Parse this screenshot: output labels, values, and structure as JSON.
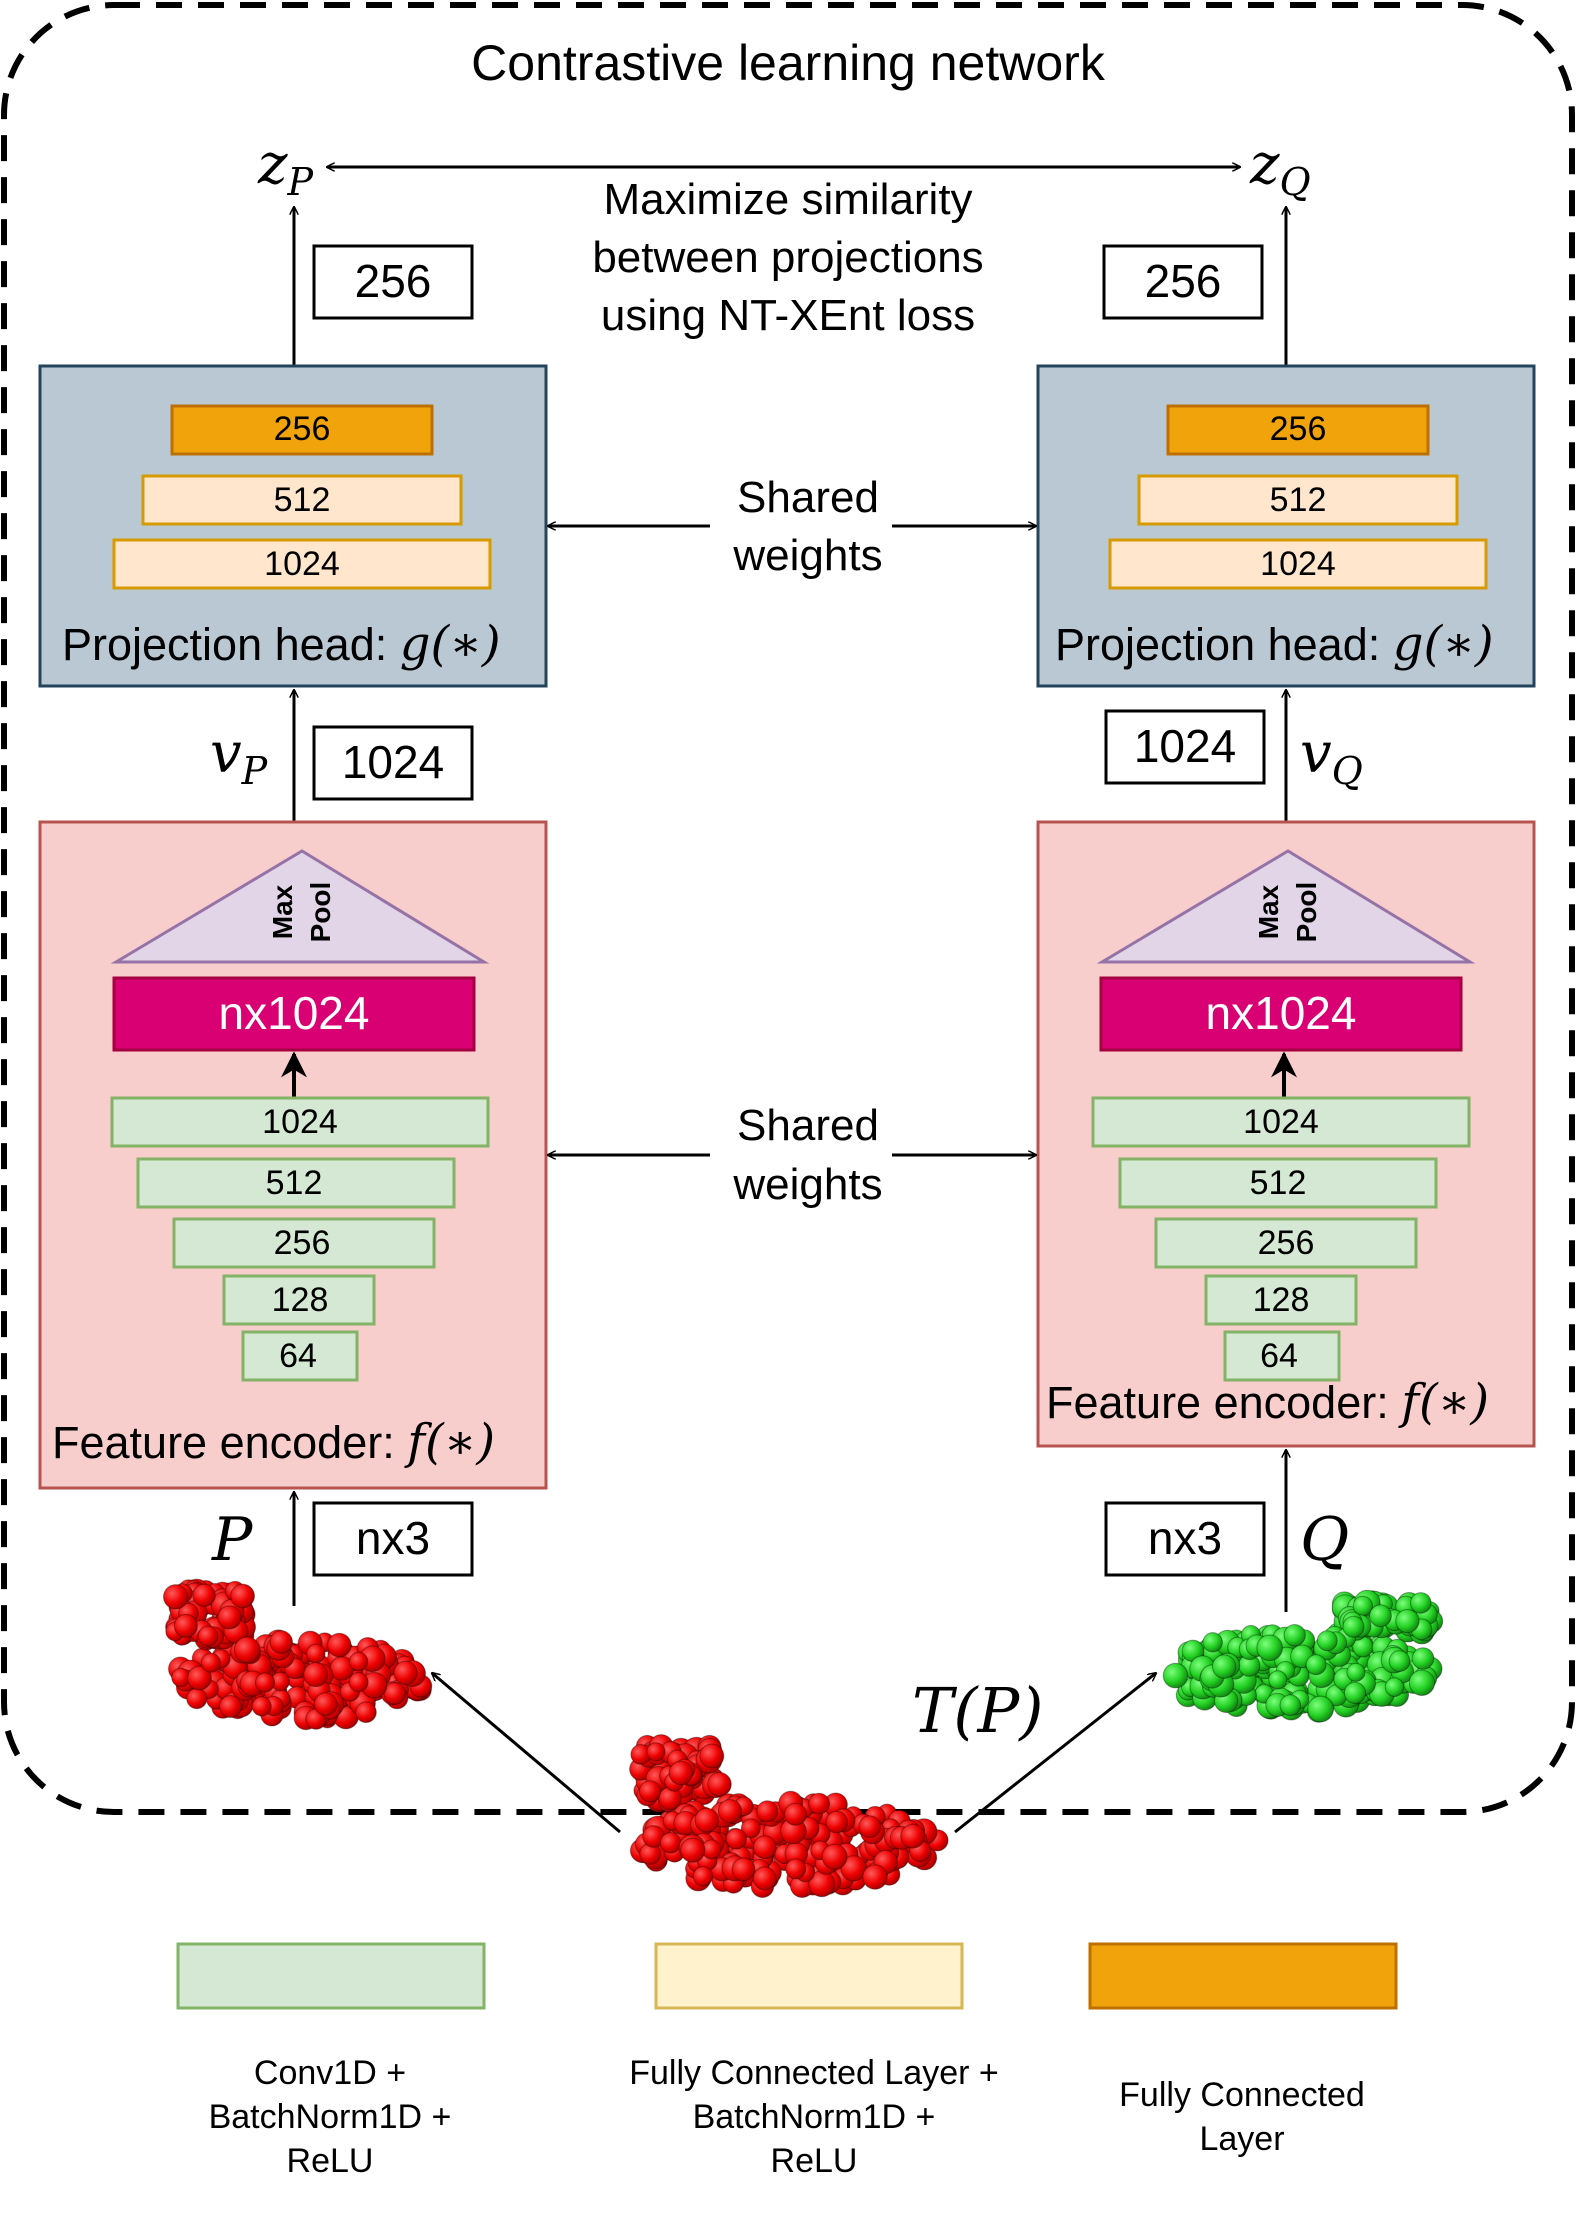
{
  "title": "Contrastive learning network",
  "objective": {
    "line1": "Maximize similarity",
    "line2": "between projections",
    "line3": "using NT-XEnt loss"
  },
  "shared_weights": {
    "line1": "Shared",
    "line2": "weights"
  },
  "left_branch": {
    "projection_output_label": "zP",
    "projection_output_dim": "256",
    "projection_head": {
      "caption": "Projection head: ",
      "func": "g(∗)",
      "layers": [
        "256",
        "512",
        "1024"
      ]
    },
    "feature_vector_label": "vP",
    "feature_vector_dim": "1024",
    "feature_encoder": {
      "caption": "Feature encoder: ",
      "func": "f(∗)",
      "pool": [
        "Max",
        "Pool"
      ],
      "aggregate": "nx1024",
      "layers": [
        "1024",
        "512",
        "256",
        "128",
        "64"
      ]
    },
    "input_label": "P",
    "input_dim": "nx3"
  },
  "right_branch": {
    "projection_output_label": "zQ",
    "projection_output_dim": "256",
    "projection_head": {
      "caption": "Projection head: ",
      "func": "g(∗)",
      "layers": [
        "256",
        "512",
        "1024"
      ]
    },
    "feature_vector_label": "vQ",
    "feature_vector_dim": "1024",
    "feature_encoder": {
      "caption": "Feature encoder: ",
      "func": "f(∗)",
      "pool": [
        "Max",
        "Pool"
      ],
      "aggregate": "nx1024",
      "layers": [
        "1024",
        "512",
        "256",
        "128",
        "64"
      ]
    },
    "input_label": "Q",
    "input_dim": "nx3"
  },
  "transform_label": "T(P)",
  "legend": [
    {
      "lines": [
        "Conv1D +",
        "BatchNorm1D +",
        "ReLU"
      ],
      "fill": "#d5e8d4",
      "stroke": "#82b366"
    },
    {
      "lines": [
        "Fully Connected Layer +",
        "BatchNorm1D +",
        "ReLU"
      ],
      "fill": "#fff2cc",
      "stroke": "#d6b656"
    },
    {
      "lines": [
        "Fully Connected",
        "Layer"
      ],
      "fill": "#f0a30a",
      "stroke": "#bd7000"
    }
  ],
  "colors": {
    "encoder_bg": "#f8cecc",
    "encoder_border": "#b85450",
    "projection_bg": "#bac8d3",
    "projection_border": "#23445d",
    "aggregate": "#d80073",
    "pool": "#e1d5e7",
    "pool_border": "#9673a6",
    "cloud_red": "#ff0000",
    "cloud_green": "#33cc33"
  }
}
